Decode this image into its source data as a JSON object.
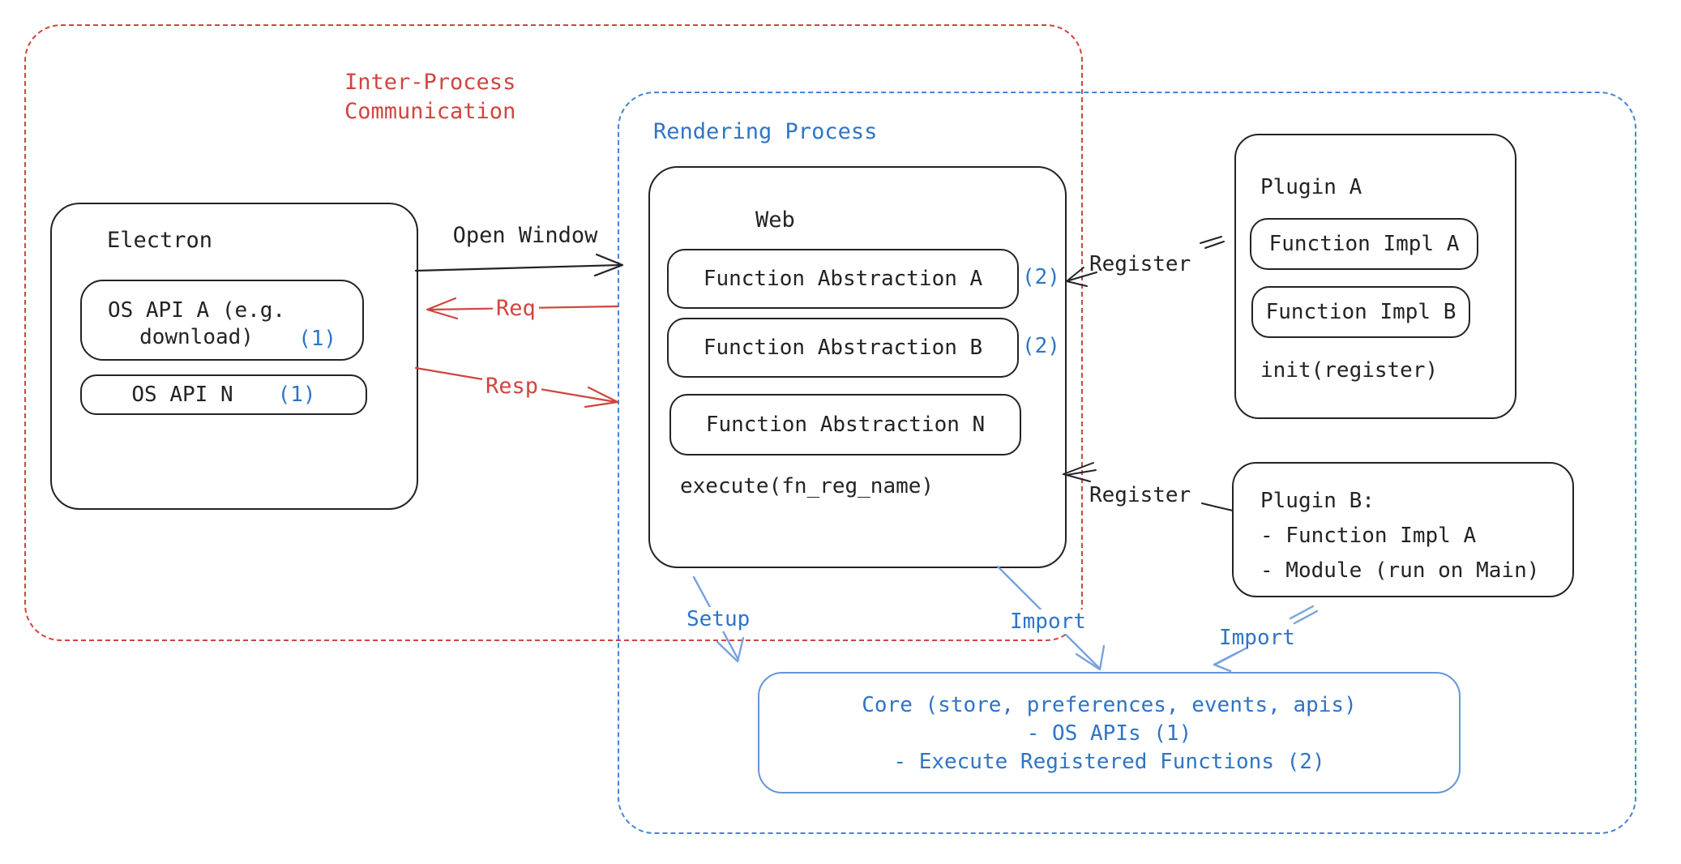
{
  "groups": {
    "ipc": {
      "label": "Inter-Process\nCommunication"
    },
    "rendering": {
      "label": "Rendering Process"
    }
  },
  "electron": {
    "title": "Electron",
    "items": [
      {
        "label": "OS API A (e.g.\ndownload)",
        "badge": "(1)"
      },
      {
        "label": "OS API N",
        "badge": "(1)"
      }
    ]
  },
  "web": {
    "title": "Web",
    "items": [
      {
        "label": "Function Abstraction A",
        "badge": "(2)"
      },
      {
        "label": "Function Abstraction B",
        "badge": "(2)"
      },
      {
        "label": "Function Abstraction N",
        "badge": ""
      }
    ],
    "footer": "execute(fn_reg_name)"
  },
  "plugin_a": {
    "title": "Plugin A",
    "items": [
      {
        "label": "Function Impl A"
      },
      {
        "label": "Function Impl B"
      }
    ],
    "footer": "init(register)"
  },
  "plugin_b": {
    "lines": [
      "Plugin B:",
      "- Function Impl A",
      "- Module (run on Main)"
    ]
  },
  "core": {
    "lines": [
      "Core (store, preferences, events, apis)",
      "- OS APIs (1)",
      "- Execute Registered Functions (2)"
    ]
  },
  "arrows": {
    "open_window": "Open Window",
    "req": "Req",
    "resp": "Resp",
    "register_top": "Register",
    "register_bottom": "Register",
    "setup": "Setup",
    "import_web": "Import",
    "import_plugin": "Import"
  },
  "colors": {
    "ink": "#222326",
    "red": "#d0453e",
    "blue": "#2f74c5",
    "blue_light": "#78a3db"
  }
}
